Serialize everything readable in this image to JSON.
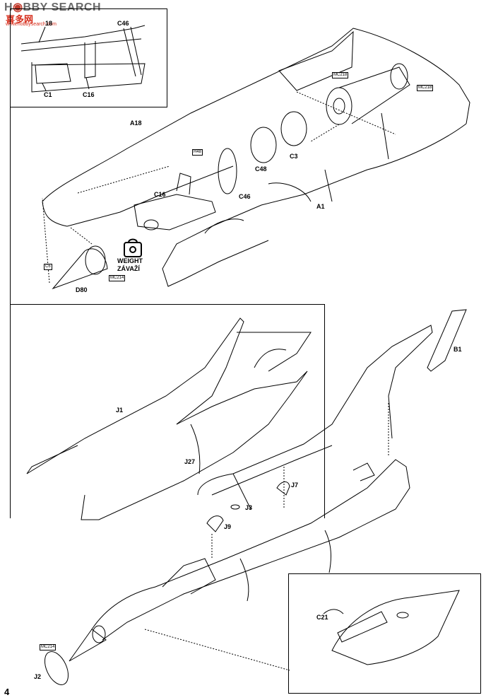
{
  "header": {
    "brand_prefix": "H",
    "brand_mid": "BBY",
    "brand_suffix": " SEARCH",
    "brand_cn": "喜多网",
    "brand_url": "www.hobbysearch.com"
  },
  "page": {
    "step_number": "4"
  },
  "step_top": {
    "detail_labels": [
      "18",
      "C46",
      "C1",
      "C16"
    ],
    "parts": {
      "a18": "A18",
      "c16": "C16",
      "c46": "C46",
      "c48": "C48",
      "c3": "C3",
      "a1": "A1",
      "d80": "D80",
      "h48_box": "H48",
      "c6_box": "C6",
      "mc214_box": "MC214",
      "mc218_box_a": "MC218",
      "mc218_box_b": "MC218"
    },
    "weight_label": "WEIGHT",
    "weight_label_cz": "ZÁVAŽÍ"
  },
  "step_middle": {
    "parts": {
      "j1": "J1",
      "j27": "J27",
      "b1": "B1",
      "j7": "J7",
      "j3": "J3",
      "j9": "J9"
    }
  },
  "step_bottom": {
    "parts": {
      "j2": "J2",
      "mc214_box": "MC214",
      "c21": "C21"
    }
  }
}
